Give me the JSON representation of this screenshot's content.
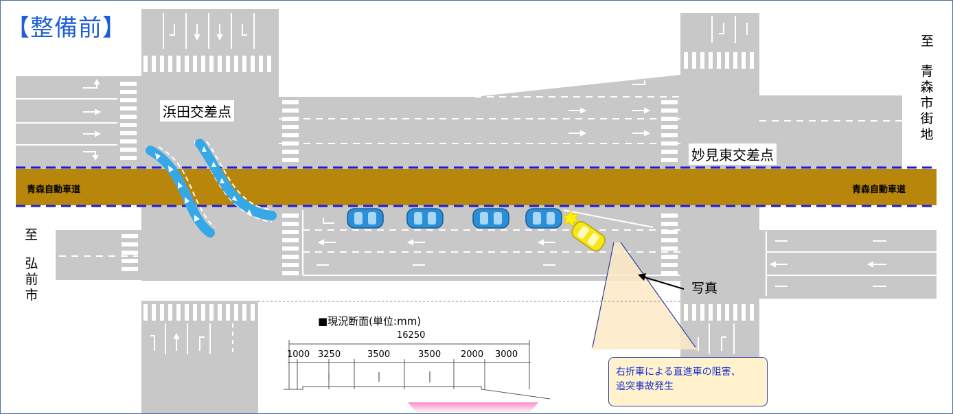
{
  "diagram": {
    "title": "【整備前】",
    "intersections": {
      "hamada": "浜田交差点",
      "myoken_higashi": "妙見東交差点"
    },
    "directions": {
      "to_prefix": "至",
      "aomori_city": "青森市街地",
      "hirosaki_city": "弘前市"
    },
    "expressway": {
      "left_label": "青森自動車道",
      "right_label": "青森自動車道",
      "color": "#b8860b"
    },
    "photo_label": "写真",
    "cross_section": {
      "title": "■現況断面(単位:mm)",
      "total_width": "16250",
      "segments": [
        "1000",
        "3250",
        "3500",
        "3500",
        "2000",
        "3000"
      ]
    },
    "callout": {
      "line1": "右折車による直進車の阻害、",
      "line2": "追突事故発生",
      "fill_color": "#fff2cc"
    },
    "colors": {
      "road": "#c8c8c8",
      "title": "#1f5fd6",
      "queued_car": "#2a8fd8",
      "turning_car": "#f5e61a",
      "merge_arrows": "#36a8e8"
    }
  }
}
